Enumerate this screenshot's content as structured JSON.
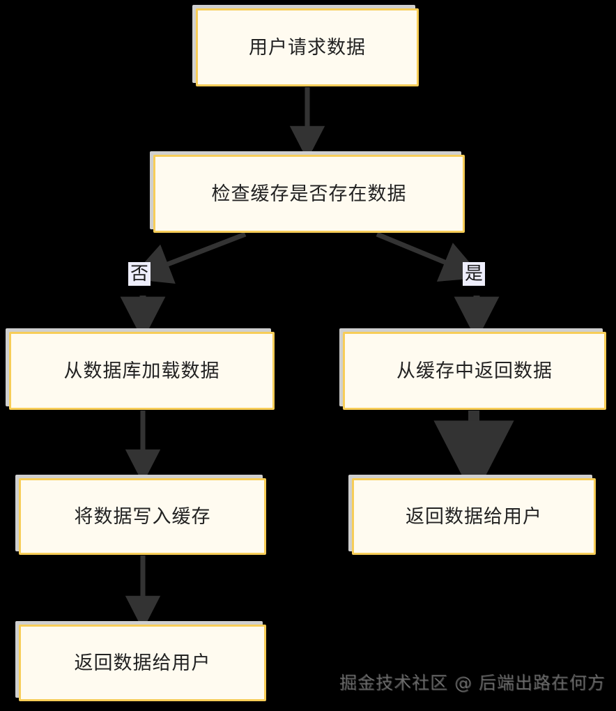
{
  "diagram": {
    "type": "flowchart",
    "direction": "top-down",
    "title": "",
    "theme": {
      "canvas_color": "#000000",
      "node_fill": "#fffbf0",
      "node_border": "#f7cd58",
      "node_shadow": "#cfcfcf",
      "edge_color": "#333333",
      "edge_label_fill": "#eeeefc",
      "text_color": "#222222"
    },
    "nodes": [
      {
        "id": "start",
        "label": "用户请求数据"
      },
      {
        "id": "check",
        "label": "检查缓存是否存在数据"
      },
      {
        "id": "db_load",
        "label": "从数据库加载数据"
      },
      {
        "id": "cache_return",
        "label": "从缓存中返回数据"
      },
      {
        "id": "write_cache",
        "label": "将数据写入缓存"
      },
      {
        "id": "return_right",
        "label": "返回数据给用户"
      },
      {
        "id": "return_left",
        "label": "返回数据给用户"
      }
    ],
    "edges": [
      {
        "from": "start",
        "to": "check",
        "label": ""
      },
      {
        "from": "check",
        "to": "db_load",
        "label": "否"
      },
      {
        "from": "check",
        "to": "cache_return",
        "label": "是"
      },
      {
        "from": "db_load",
        "to": "write_cache",
        "label": ""
      },
      {
        "from": "write_cache",
        "to": "return_left",
        "label": ""
      },
      {
        "from": "cache_return",
        "to": "return_right",
        "label": ""
      }
    ]
  },
  "watermark": {
    "text": "掘金技术社区 @ 后端出路在何方"
  }
}
